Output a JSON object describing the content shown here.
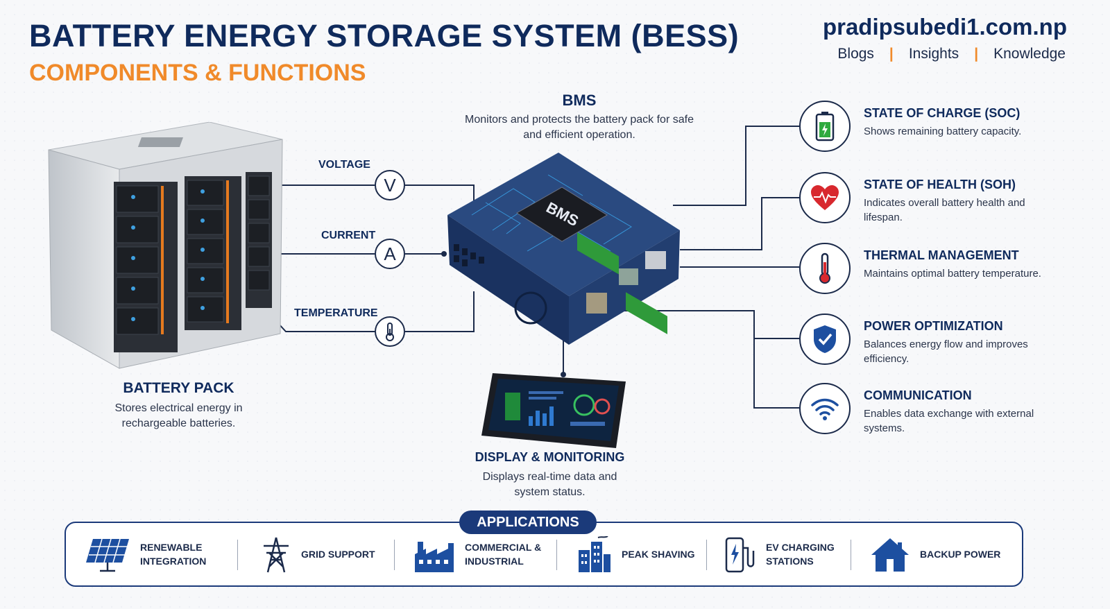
{
  "header": {
    "title": "BATTERY ENERGY STORAGE SYSTEM (BESS)",
    "subtitle": "COMPONENTS & FUNCTIONS"
  },
  "brand": {
    "domain": "pradipsubedi1.com.np",
    "links": [
      "Blogs",
      "Insights",
      "Knowledge"
    ],
    "separator": "|"
  },
  "bms": {
    "title": "BMS",
    "description": "Monitors and protects the battery pack for safe and efficient operation.",
    "chip_label": "BMS"
  },
  "battery_pack": {
    "title": "BATTERY PACK",
    "description": "Stores electrical energy in rechargeable batteries."
  },
  "sensors": [
    {
      "label": "VOLTAGE",
      "symbol": "V",
      "icon": "voltage-icon"
    },
    {
      "label": "CURRENT",
      "symbol": "A",
      "icon": "current-icon"
    },
    {
      "label": "TEMPERATURE",
      "symbol": "",
      "icon": "thermometer-icon"
    }
  ],
  "display": {
    "title": "DISPLAY & MONITORING",
    "description": "Displays real-time data and system status."
  },
  "features": [
    {
      "title": "STATE OF CHARGE (SOC)",
      "description": "Shows remaining battery capacity.",
      "icon": "battery-icon"
    },
    {
      "title": "STATE OF HEALTH (SOH)",
      "description": "Indicates overall battery health and lifespan.",
      "icon": "heart-icon"
    },
    {
      "title": "THERMAL MANAGEMENT",
      "description": "Maintains optimal battery temperature.",
      "icon": "thermometer-icon"
    },
    {
      "title": "POWER OPTIMIZATION",
      "description": "Balances energy flow and improves efficiency.",
      "icon": "shield-check-icon"
    },
    {
      "title": "COMMUNICATION",
      "description": "Enables data exchange with external systems.",
      "icon": "wifi-icon"
    }
  ],
  "applications": {
    "title": "APPLICATIONS",
    "items": [
      {
        "line1": "RENEWABLE",
        "line2": "INTEGRATION",
        "icon": "solar-panel-icon"
      },
      {
        "line1": "GRID SUPPORT",
        "line2": "",
        "icon": "power-tower-icon"
      },
      {
        "line1": "COMMERCIAL &",
        "line2": "INDUSTRIAL",
        "icon": "factory-icon"
      },
      {
        "line1": "PEAK SHAVING",
        "line2": "",
        "icon": "building-icon"
      },
      {
        "line1": "EV CHARGING",
        "line2": "STATIONS",
        "icon": "ev-charger-icon"
      },
      {
        "line1": "BACKUP POWER",
        "line2": "",
        "icon": "house-icon"
      }
    ]
  },
  "colors": {
    "navy": "#0f2a5c",
    "accent_orange": "#f08a2a",
    "bms_blue": "#1e3f73",
    "heart_red": "#d8282e",
    "battery_green": "#2faa3f",
    "shield_blue": "#1d4fa0"
  }
}
